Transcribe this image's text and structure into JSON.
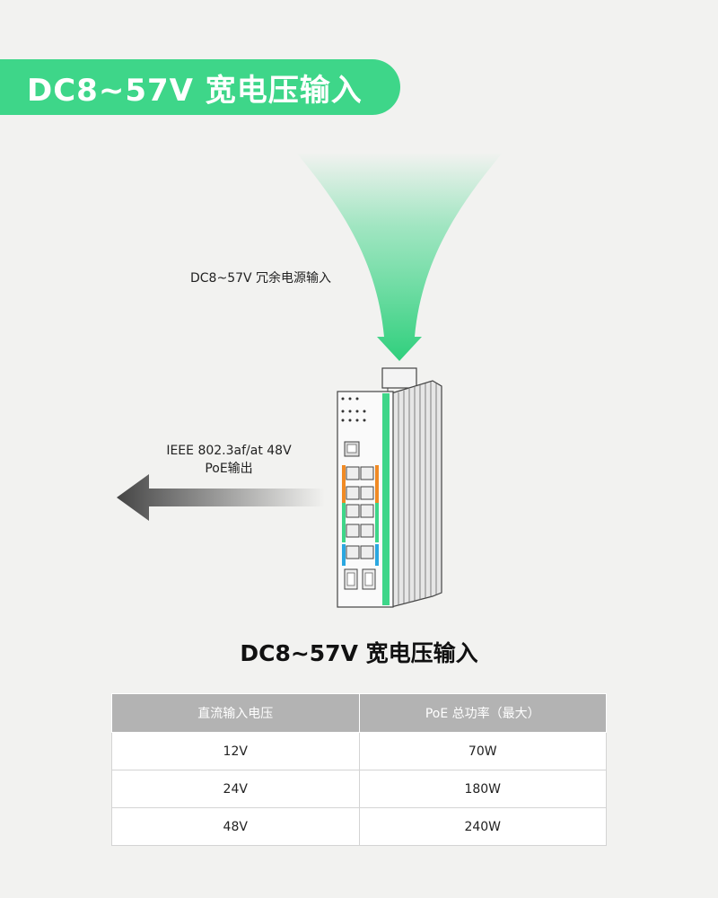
{
  "banner": {
    "title": "DC8~57V 宽电压输入"
  },
  "power_input": {
    "label": "DC8~57V 冗余电源输入"
  },
  "poe_output": {
    "line1": "IEEE 802.3af/at 48V",
    "line2": "PoE输出"
  },
  "section": {
    "title": "DC8~57V 宽电压输入"
  },
  "table": {
    "headers": [
      "直流输入电压",
      "PoE 总功率（最大）"
    ],
    "rows": [
      [
        "12V",
        "70W"
      ],
      [
        "24V",
        "180W"
      ],
      [
        "48V",
        "240W"
      ]
    ]
  },
  "colors": {
    "accent": "#3ed689",
    "port_orange": "#f08a24",
    "port_green": "#3ed689",
    "port_blue": "#2aa7e0",
    "table_header": "#b3b3b3"
  },
  "icons": {
    "input_arrow": "down-arrow-icon",
    "output_arrow": "left-arrow-icon",
    "device": "industrial-switch-icon"
  }
}
